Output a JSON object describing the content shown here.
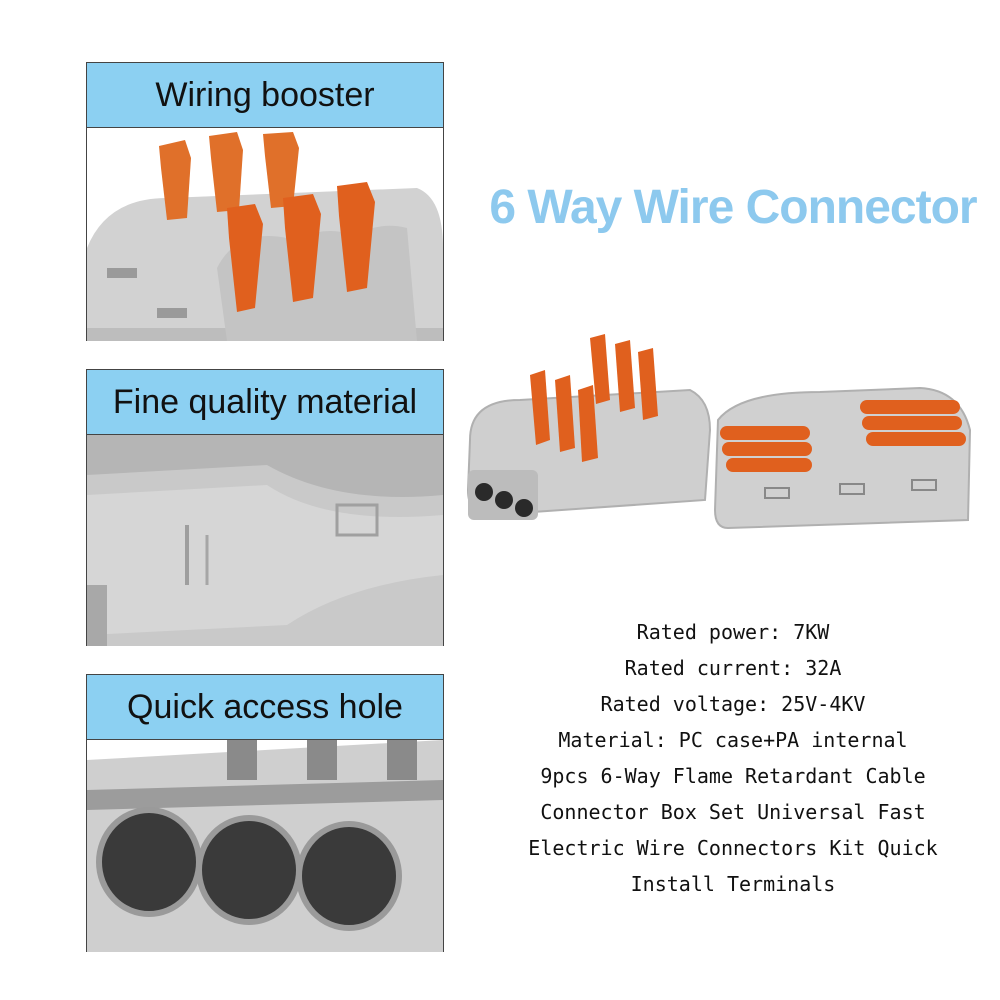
{
  "panels": [
    {
      "label": "Wiring booster"
    },
    {
      "label": "Fine quality material"
    },
    {
      "label": "Quick access hole"
    }
  ],
  "title": "6 Way Wire Connector",
  "specs": [
    "Rated power: 7KW",
    "Rated current: 32A",
    "Rated voltage: 25V-4KV",
    "Material: PC case+PA internal",
    "9pcs 6-Way Flame Retardant Cable",
    "Connector Box Set Universal Fast",
    "Electric Wire Connectors Kit Quick",
    "Install Terminals"
  ],
  "colors": {
    "header_bg": "#8cd0f2",
    "title": "#8dc9ee",
    "lever_orange": "#e0601e",
    "body_gray": "#cfcfcf"
  }
}
